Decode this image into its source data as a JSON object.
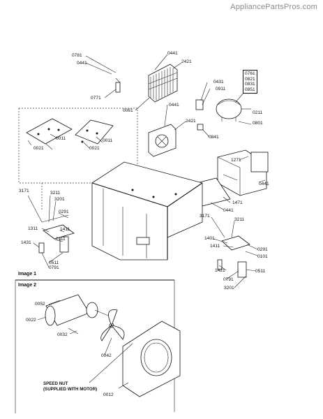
{
  "watermark": "AppliancePartsPros.com",
  "parts_list_box": [
    "0761",
    "0821",
    "0831",
    "0851"
  ],
  "section_labels": {
    "image1": "Image 1",
    "image2": "Image 2"
  },
  "note": {
    "line1": "SPEED NUT",
    "line2": "(SUPPLIED WITH MOTOR)"
  },
  "labels": {
    "p0781": "0781",
    "p0441a": "0441",
    "p0441b": "0441",
    "p2421a": "2421",
    "p0771": "0771",
    "p0061": "0061",
    "p0431": "0431",
    "p0911": "0911",
    "p0211": "0211",
    "p0801": "0801",
    "p0441c": "0441",
    "p2421b": "2421",
    "p0841": "0841",
    "p0011a": "0011",
    "p0021a": "0021",
    "p0011b": "0011",
    "p0021b": "0021",
    "p1271": "1271",
    "p0441d": "0441",
    "p1471": "1471",
    "p0441e": "0441",
    "p3171a": "3171",
    "p3211a": "3211",
    "p3201a": "3201",
    "p0291a": "0291",
    "p1311": "1311",
    "p1411a": "1411",
    "p0111": "0111",
    "p1431": "1431",
    "p0511a": "0511",
    "p0791a": "0791",
    "p3171b": "3171",
    "p3211b": "3211",
    "p1401": "1401",
    "p1411b": "1411",
    "p0291b": "0291",
    "p0101": "0101",
    "p1421": "1421",
    "p0511b": "0511",
    "p0791b": "0791",
    "p3201b": "3201",
    "p0052": "0052",
    "p0022": "0022",
    "p0032": "0032",
    "p0042": "0042",
    "p0012": "0012"
  }
}
